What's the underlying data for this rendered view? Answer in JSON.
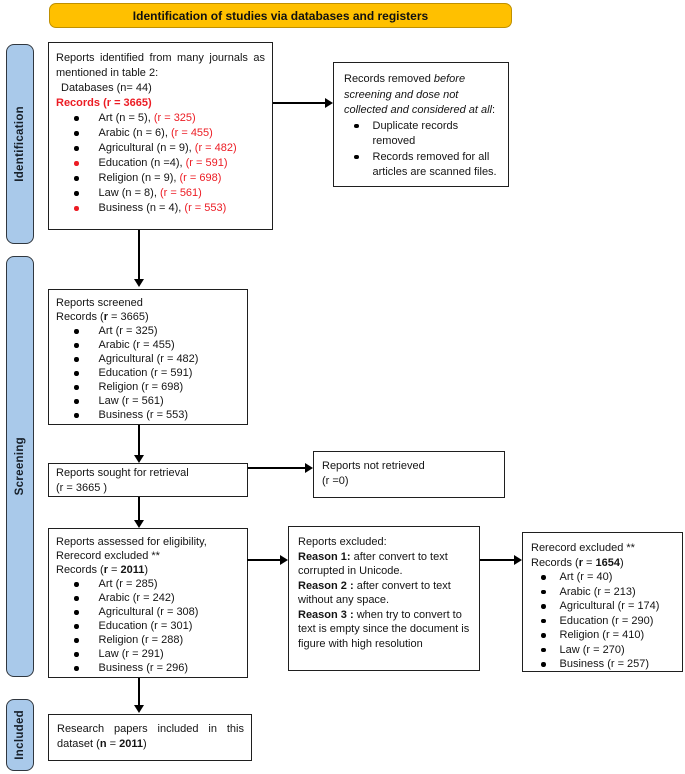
{
  "colors": {
    "header_fill": "#FFC000",
    "header_border": "#BF9000",
    "sidebar_fill": "#A9C9EA",
    "red_text": "#EC1C24"
  },
  "header": {
    "title": "Identification of studies via databases and registers"
  },
  "sidebar": {
    "items": [
      {
        "label": "Identification"
      },
      {
        "label": "Screening"
      },
      {
        "label": "Included"
      }
    ]
  },
  "identified_box": {
    "intro": "Reports identified from many journals as mentioned in table 2:",
    "databases": "Databases (n= 44)",
    "records": "Records (r = 3665)",
    "items": [
      {
        "text": "Art (n = 5), ",
        "red": "(r = 325)",
        "bullet_class": "bullet"
      },
      {
        "text": "Arabic (n = 6), ",
        "red": "(r = 455)",
        "bullet_class": "bullet"
      },
      {
        "text": "Agricultural (n = 9), ",
        "red": "(r = 482)",
        "bullet_class": "bullet"
      },
      {
        "text": "Education (n =4), ",
        "red": "(r = 591)",
        "bullet_class": "bullet red-b"
      },
      {
        "text": "Religion (n = 9), ",
        "red": "(r = 698)",
        "bullet_class": "bullet"
      },
      {
        "text": "Law (n = 8), ",
        "red": "(r = 561)",
        "bullet_class": "bullet"
      },
      {
        "text": "Business (n = 4), ",
        "red": "(r = 553)",
        "bullet_class": "bullet red-b"
      }
    ]
  },
  "removed_box": {
    "pre": "Records removed ",
    "italic": "before screening and dose not collected and considered at all",
    "post": ":",
    "items": [
      {
        "text": "Duplicate records removed"
      },
      {
        "text": "Records removed for all articles are scanned files."
      }
    ]
  },
  "screened_box": {
    "title": "Reports screened",
    "records_pre": "Records (",
    "records_r": "r",
    "records_eq": " = ",
    "records_val": "3665",
    "records_post": ")",
    "items": [
      {
        "text": "Art (r = 325)"
      },
      {
        "text": "Arabic (r = 455)"
      },
      {
        "text": "Agricultural (r = 482)"
      },
      {
        "text": "Education (r = 591)"
      },
      {
        "text": "Religion (r = 698)"
      },
      {
        "text": "Law (r = 561)"
      },
      {
        "text": "Business (r = 553)"
      }
    ]
  },
  "sought_box": {
    "line1": "Reports sought for retrieval",
    "line2": "(r = 3665 )"
  },
  "not_retrieved_box": {
    "line1": "Reports not retrieved",
    "line2": "(r =0)"
  },
  "assessed_box": {
    "line1": "Reports assessed for eligibility,",
    "line2": "Rerecord excluded **",
    "records_pre": "Records (",
    "records_r": "r",
    "records_eq": " = ",
    "records_val": "2011",
    "records_post": ")",
    "items": [
      {
        "text": "Art (r = 285)"
      },
      {
        "text": "Arabic (r = 242)"
      },
      {
        "text": "Agricultural (r = 308)"
      },
      {
        "text": "Education (r = 301)"
      },
      {
        "text": "Religion (r = 288)"
      },
      {
        "text": "Law (r = 291)"
      },
      {
        "text": "Business (r = 296)"
      }
    ]
  },
  "excluded_box": {
    "title": "Reports excluded:",
    "reasons": [
      {
        "label": "Reason 1:",
        "text": " after convert to text corrupted in Unicode."
      },
      {
        "label": "Reason 2 :",
        "text": " after convert to text without any space."
      },
      {
        "label": "Reason 3 :",
        "text": " when try to convert to text is empty since the document is figure with high resolution"
      }
    ]
  },
  "rerecord_box": {
    "line1": "Rerecord excluded **",
    "records_pre": "Records (",
    "records_r": "r",
    "records_eq": " = ",
    "records_val": "1654",
    "records_post": ")",
    "items": [
      {
        "text": "Art (r = 40)"
      },
      {
        "text": "Arabic (r = 213)"
      },
      {
        "text": "Agricultural (r = 174)"
      },
      {
        "text": "Education (r = 290)"
      },
      {
        "text": "Religion (r = 410)"
      },
      {
        "text": "Law (r = 270)"
      },
      {
        "text": "Business (r = 257)"
      }
    ]
  },
  "included_box": {
    "pre": "Research papers included in this dataset (",
    "bold1": "n",
    "eq": " = ",
    "bold2": "2011",
    "post": ")"
  }
}
